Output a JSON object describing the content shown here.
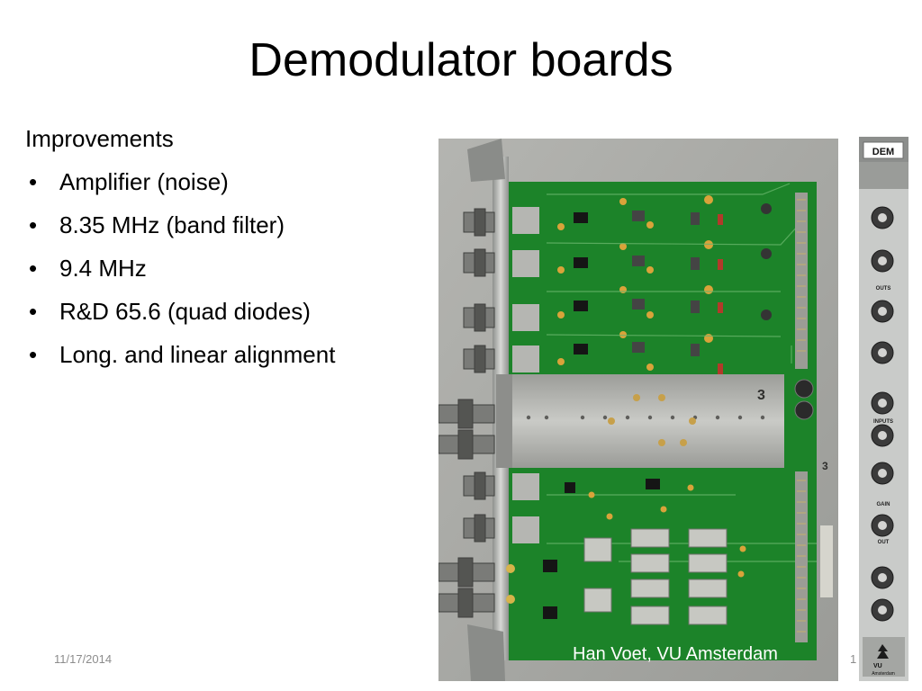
{
  "slide": {
    "title": "Demodulator boards",
    "heading": "Improvements",
    "bullet_glyph": "•",
    "bullets": [
      "Amplifier (noise)",
      "8.35 MHz (band filter)",
      "9.4 MHz",
      "R&D 65.6 (quad diodes)",
      "Long. and linear alignment"
    ],
    "date": "11/17/2014",
    "page_number": "1",
    "author": "Han Voet, VU Amsterdam"
  },
  "board_photo": {
    "shield_marking": "3",
    "edge_marking": "3"
  },
  "panel_photo": {
    "label": "DEM",
    "labels": [
      "OUTS",
      "INPUTS",
      "GAIN",
      "OUT"
    ],
    "logo_text": "VU",
    "logo_subtext": "Amsterdam"
  },
  "colors": {
    "pcb_green": "#1f8a2c",
    "shield_silver": "#b7b7b4",
    "panel_grey": "#c9cbc9",
    "text": "#000000",
    "footer_grey": "#8c8c8c"
  }
}
